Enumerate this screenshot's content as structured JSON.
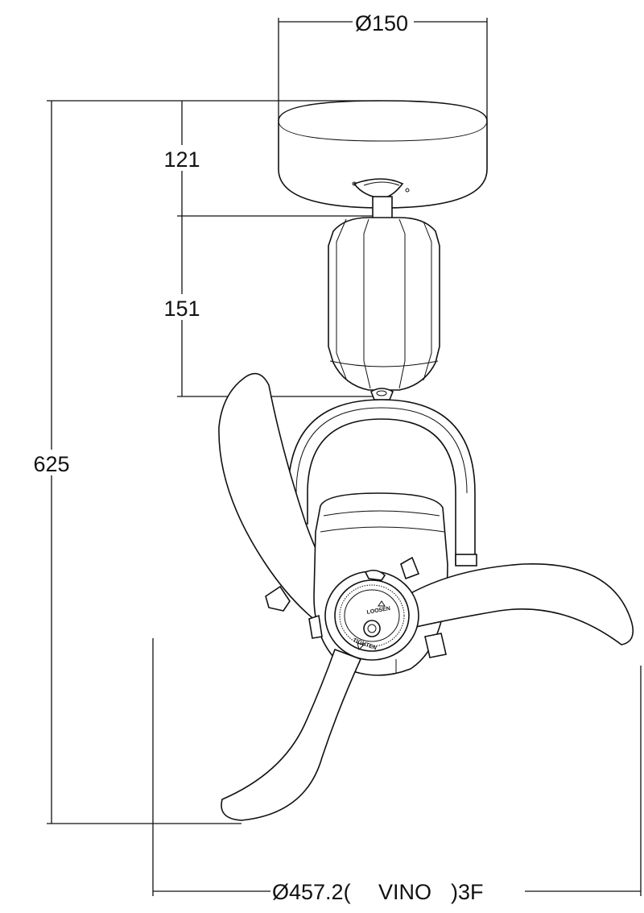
{
  "dimensions": {
    "canopy_diameter": "Ø150",
    "canopy_height": "121",
    "motor_housing_height": "151",
    "overall_height": "625",
    "sweep_diameter_value": "Ø457.2(",
    "model_name": "VINO",
    "model_suffix": ")3F"
  },
  "knob": {
    "lock_label": "LOOSEN",
    "tighten_label": "TIGHTEN"
  },
  "colors": {
    "line": "#111111",
    "background": "#ffffff"
  }
}
